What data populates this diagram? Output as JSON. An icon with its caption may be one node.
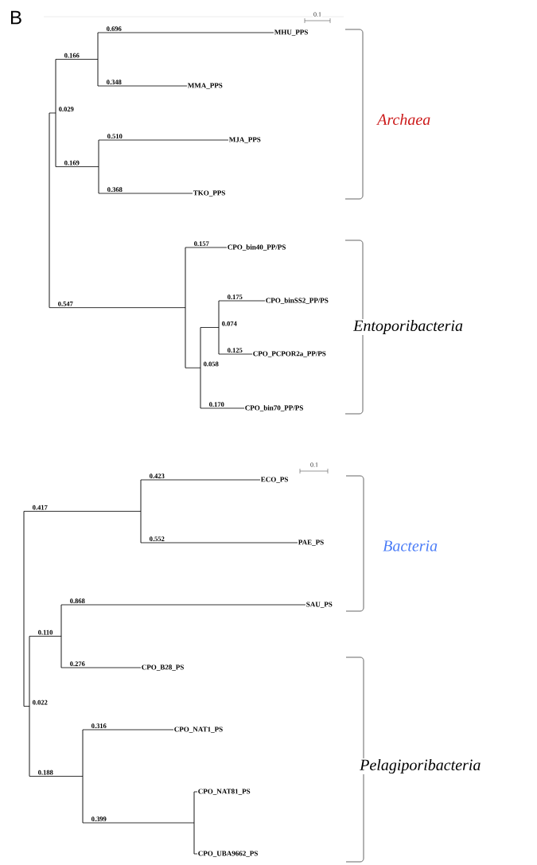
{
  "diagram": {
    "nodes": [
      {
        "text": [],
        "shape": "bar"
      },
      {
        "text": [],
        "shape": "bar"
      },
      {
        "text": [],
        "shape": "bar"
      },
      {
        "text": [
          "MHU_PPS"
        ]
      },
      {
        "text": [
          "MMA_PPS"
        ]
      },
      {
        "text": [],
        "shape": "bar"
      },
      {
        "text": [
          "MJA_PPS"
        ]
      },
      {
        "text": [
          "TKO_PPS"
        ]
      },
      {
        "text": [],
        "shape": "bar"
      },
      {
        "text": [
          "CPO_bin40_PP/PS"
        ]
      },
      {
        "text": [],
        "shape": "bar"
      },
      {
        "text": [],
        "shape": "bar"
      },
      {
        "text": [
          "CPO_binSS2_PP/PS"
        ]
      },
      {
        "text": [
          "CPO_PCPOR2a_PP/PS"
        ]
      },
      {
        "text": [
          "CPO_bin70_PP/PS"
        ]
      },
      {
        "text": [],
        "shape": "bar"
      },
      {
        "text": [],
        "shape": "bar"
      },
      {
        "text": [
          "ECO_PS"
        ]
      },
      {
        "text": [
          "PAE_PS"
        ]
      },
      {
        "text": [],
        "shape": "bar"
      },
      {
        "text": [],
        "shape": "bar"
      },
      {
        "text": [
          "SAU_PS"
        ]
      },
      {
        "text": [
          "CPO_B28_PS"
        ]
      },
      {
        "text": [],
        "shape": "bar"
      },
      {
        "text": [
          "CPO_NAT1_PS"
        ]
      },
      {
        "text": [],
        "shape": "bar"
      },
      {
        "text": [
          "CPO_NAT81_PS"
        ]
      },
      {
        "text": [
          "CPO_UBA9662_PS"
        ]
      }
    ],
    "edges": [
      {
        "from": 0,
        "to": 1,
        "arrow": "none",
        "label": "0.029"
      },
      {
        "from": 0,
        "to": 8,
        "arrow": "none",
        "label": "0.547"
      },
      {
        "from": 1,
        "to": 2,
        "arrow": "none",
        "label": "0.166"
      },
      {
        "from": 1,
        "to": 5,
        "arrow": "none",
        "label": "0.169"
      },
      {
        "from": 2,
        "to": 3,
        "arrow": "none",
        "label": "0.696"
      },
      {
        "from": 2,
        "to": 4,
        "arrow": "none",
        "label": "0.348"
      },
      {
        "from": 5,
        "to": 6,
        "arrow": "none",
        "label": "0.510"
      },
      {
        "from": 5,
        "to": 7,
        "arrow": "none",
        "label": "0.368"
      },
      {
        "from": 8,
        "to": 9,
        "arrow": "none",
        "label": "0.157"
      },
      {
        "from": 8,
        "to": 10,
        "arrow": "none",
        "label": "0.058"
      },
      {
        "from": 10,
        "to": 11,
        "arrow": "none",
        "label": "0.074"
      },
      {
        "from": 10,
        "to": 14,
        "arrow": "none",
        "label": "0.170"
      },
      {
        "from": 11,
        "to": 12,
        "arrow": "none",
        "label": "0.175"
      },
      {
        "from": 11,
        "to": 13,
        "arrow": "none",
        "label": "0.125"
      },
      {
        "from": 15,
        "to": 16,
        "arrow": "none",
        "label": "0.417"
      },
      {
        "from": 15,
        "to": 19,
        "arrow": "none",
        "label": "0.022"
      },
      {
        "from": 16,
        "to": 17,
        "arrow": "none",
        "label": "0.423"
      },
      {
        "from": 16,
        "to": 18,
        "arrow": "none",
        "label": "0.552"
      },
      {
        "from": 19,
        "to": 20,
        "arrow": "none",
        "label": "0.110"
      },
      {
        "from": 19,
        "to": 23,
        "arrow": "none",
        "label": "0.188"
      },
      {
        "from": 20,
        "to": 21,
        "arrow": "none",
        "label": "0.868"
      },
      {
        "from": 20,
        "to": 22,
        "arrow": "none",
        "label": "0.276"
      },
      {
        "from": 23,
        "to": 24,
        "arrow": "none",
        "label": "0.316"
      },
      {
        "from": 23,
        "to": 25,
        "arrow": "none",
        "label": "0.399"
      },
      {
        "from": 25,
        "to": 26,
        "arrow": "none"
      },
      {
        "from": 25,
        "to": 27,
        "arrow": "none"
      }
    ],
    "labels": [
      "B",
      "0.1",
      "Archaea",
      "Entoporibacteria",
      "0.1",
      "Bacteria",
      "Pelagiporibacteria"
    ]
  }
}
